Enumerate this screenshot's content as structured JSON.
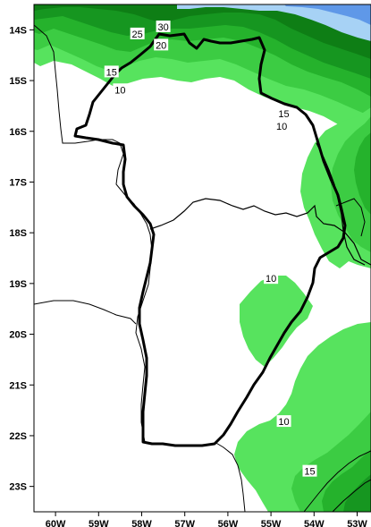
{
  "map": {
    "colors": {
      "level_10": "#57e35e",
      "level_15": "#3ccc43",
      "level_20": "#25b22c",
      "level_25": "#169620",
      "level_30": "#0e7e15",
      "level_blue_light": "#a7d2f5",
      "level_blue": "#5f98e8",
      "border_thick": "#000000",
      "border_thin": "#000000"
    },
    "x_axis": {
      "labels": [
        "60W",
        "59W",
        "58W",
        "57W",
        "56W",
        "55W",
        "54W",
        "53W"
      ]
    },
    "y_axis": {
      "labels": [
        "14S",
        "15S",
        "16S",
        "17S",
        "18S",
        "19S",
        "20S",
        "21S",
        "22S",
        "23S"
      ]
    },
    "contour_labels": [
      {
        "text": "30",
        "lon": -57.5,
        "lat": -13.94
      },
      {
        "text": "25",
        "lon": -58.1,
        "lat": -14.08
      },
      {
        "text": "20",
        "lon": -57.55,
        "lat": -14.3
      },
      {
        "text": "15",
        "lon": -58.7,
        "lat": -14.83
      },
      {
        "text": "10",
        "lon": -58.5,
        "lat": -15.18
      },
      {
        "text": "15",
        "lon": -54.7,
        "lat": -15.65
      },
      {
        "text": "10",
        "lon": -54.75,
        "lat": -15.9
      },
      {
        "text": "10",
        "lon": -55.0,
        "lat": -18.9
      },
      {
        "text": "10",
        "lon": -54.7,
        "lat": -21.72
      },
      {
        "text": "15",
        "lon": -54.1,
        "lat": -22.7
      }
    ]
  }
}
